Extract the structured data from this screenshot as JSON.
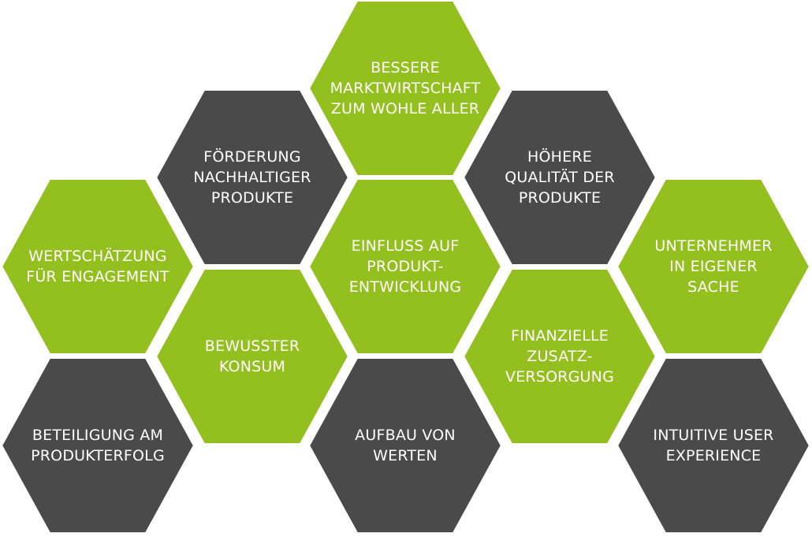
{
  "colors": {
    "green": "#93c01f",
    "dark": "#4a4a4a",
    "text": "#ffffff"
  },
  "hexagons": [
    {
      "id": "bessere-marktwirtschaft",
      "fill": "green",
      "lines": [
        "BESSERE",
        "MARKTWIRTSCHAFT",
        "ZUM WOHLE ALLER"
      ]
    },
    {
      "id": "foerderung-nachhaltiger-produkte",
      "fill": "dark",
      "lines": [
        "FÖRDERUNG",
        "NACHHALTIGER",
        "PRODUKTE"
      ]
    },
    {
      "id": "hoehere-qualitaet",
      "fill": "dark",
      "lines": [
        "HÖHERE",
        "QUALITÄT DER",
        "PRODUKTE"
      ]
    },
    {
      "id": "wertschaetzung",
      "fill": "green",
      "lines": [
        "WERTSCHÄTZUNG",
        "FÜR ENGAGEMENT"
      ]
    },
    {
      "id": "einfluss-produktentwicklung",
      "fill": "green",
      "lines": [
        "EINFLUSS AUF",
        "PRODUKT-",
        "ENTWICKLUNG"
      ]
    },
    {
      "id": "unternehmer",
      "fill": "green",
      "lines": [
        "UNTERNEHMER",
        "IN EIGENER",
        "SACHE"
      ]
    },
    {
      "id": "bewusster-konsum",
      "fill": "green",
      "lines": [
        "BEWUSSTER",
        "KONSUM"
      ]
    },
    {
      "id": "finanzielle-zusatzversorgung",
      "fill": "green",
      "lines": [
        "FINANZIELLE",
        "ZUSATZ-",
        "VERSORGUNG"
      ]
    },
    {
      "id": "beteiligung",
      "fill": "dark",
      "lines": [
        "BETEILIGUNG AM",
        "PRODUKTERFOLG"
      ]
    },
    {
      "id": "aufbau-von-werten",
      "fill": "dark",
      "lines": [
        "AUFBAU VON",
        "WERTEN"
      ]
    },
    {
      "id": "intuitive-ux",
      "fill": "dark",
      "lines": [
        "INTUITIVE USER",
        "EXPERIENCE"
      ]
    }
  ]
}
